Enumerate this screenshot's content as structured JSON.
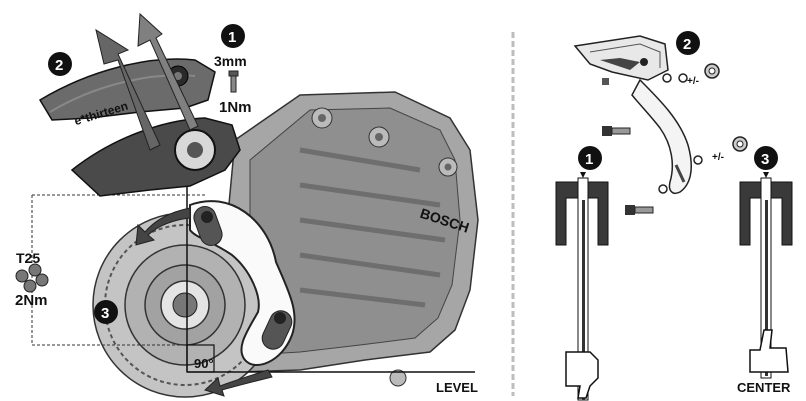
{
  "left_panel": {
    "steps": {
      "s1": "1",
      "s2": "2",
      "s3": "3"
    },
    "torque_top": {
      "tool": "3mm",
      "torque": "1Nm"
    },
    "torque_left": {
      "tool": "T25",
      "torque": "2Nm"
    },
    "angle_label": "90°",
    "level_label": "LEVEL",
    "brand_guide": "e*thirteen",
    "brand_motor": "BOSCH"
  },
  "right_panel": {
    "steps": {
      "s1": "1",
      "s2": "2",
      "s3": "3"
    },
    "spacer_label_a": "+/-",
    "spacer_label_b": "+/-",
    "center_label": "CENTER"
  },
  "icons": [
    "arrow-icon",
    "screw-icon",
    "thumbs-down-icon",
    "thumbs-up-icon"
  ],
  "colors": {
    "ink": "#111111",
    "motor": "#9a9a9a",
    "guide": "#5e5e5e",
    "divider": "#bdbdbd"
  }
}
